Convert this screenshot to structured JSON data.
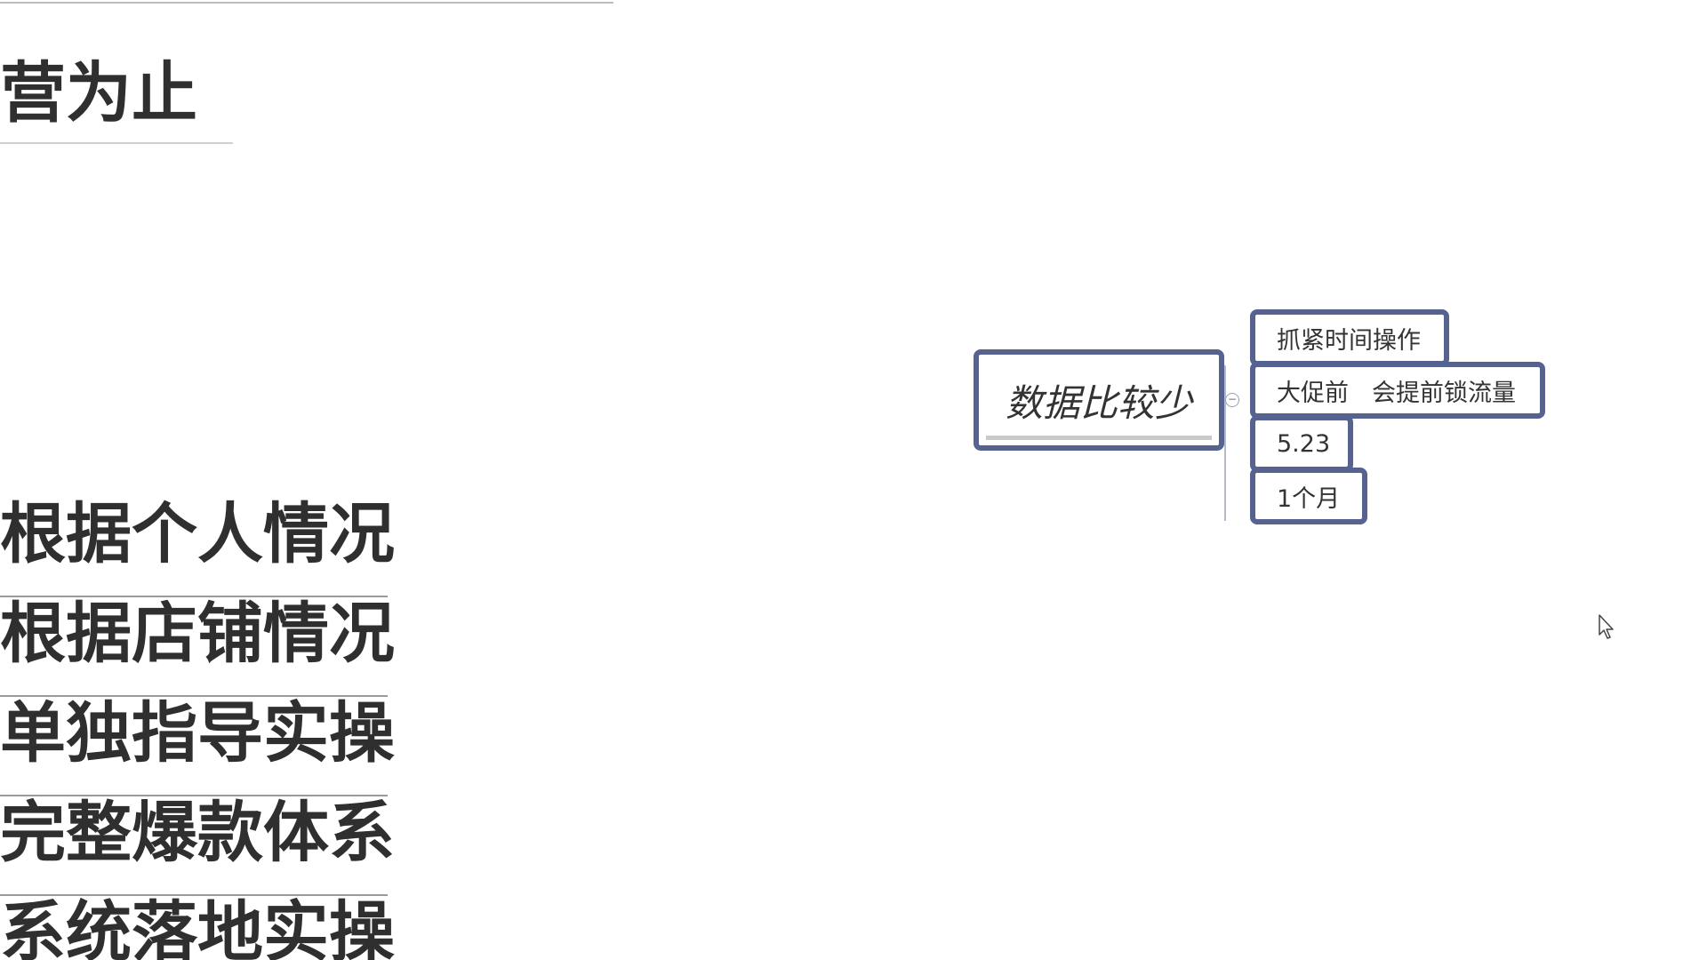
{
  "slide": {
    "heading": "营为止",
    "list_items": [
      "根据个人情况",
      "根据店铺情况",
      "单独指导实操",
      "完整爆款体系",
      "系统落地实操"
    ]
  },
  "mindmap": {
    "central": "数据比较少",
    "children": [
      "抓紧时间操作",
      "大促前",
      "会提前锁流量",
      "5.23",
      "1个月"
    ]
  },
  "colors": {
    "node_border": "#56628f",
    "text_dark": "#2f2f2f"
  },
  "icons": {
    "collapse": "collapse-toggle-icon",
    "cursor": "mouse-pointer-icon"
  }
}
